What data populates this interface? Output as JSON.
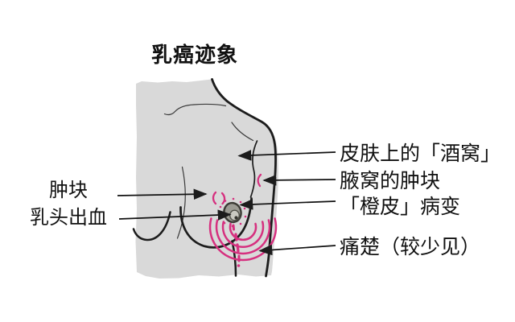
{
  "title": "乳癌迹象",
  "labels": {
    "left": [
      {
        "text": "肿块"
      },
      {
        "text": "乳头出血"
      }
    ],
    "right": [
      {
        "text": "皮肤上的「酒窝」"
      },
      {
        "text": "腋窝的肿块"
      },
      {
        "text": "「橙皮」病变"
      },
      {
        "text": "痛楚（较少见）"
      }
    ]
  },
  "icons": {
    "pain_waves": "concentric-arcs-icon",
    "blood_drops": "drip-icon"
  },
  "colors": {
    "background": "#ffffff",
    "body_fill": "#d9d9d9",
    "outline": "#1c1c1c",
    "accent_pink": "#d6307f",
    "nipple_outer": "#9c9c94",
    "nipple_inner": "#c9c9c1",
    "nipple_core": "#35352f",
    "text": "#111111"
  }
}
